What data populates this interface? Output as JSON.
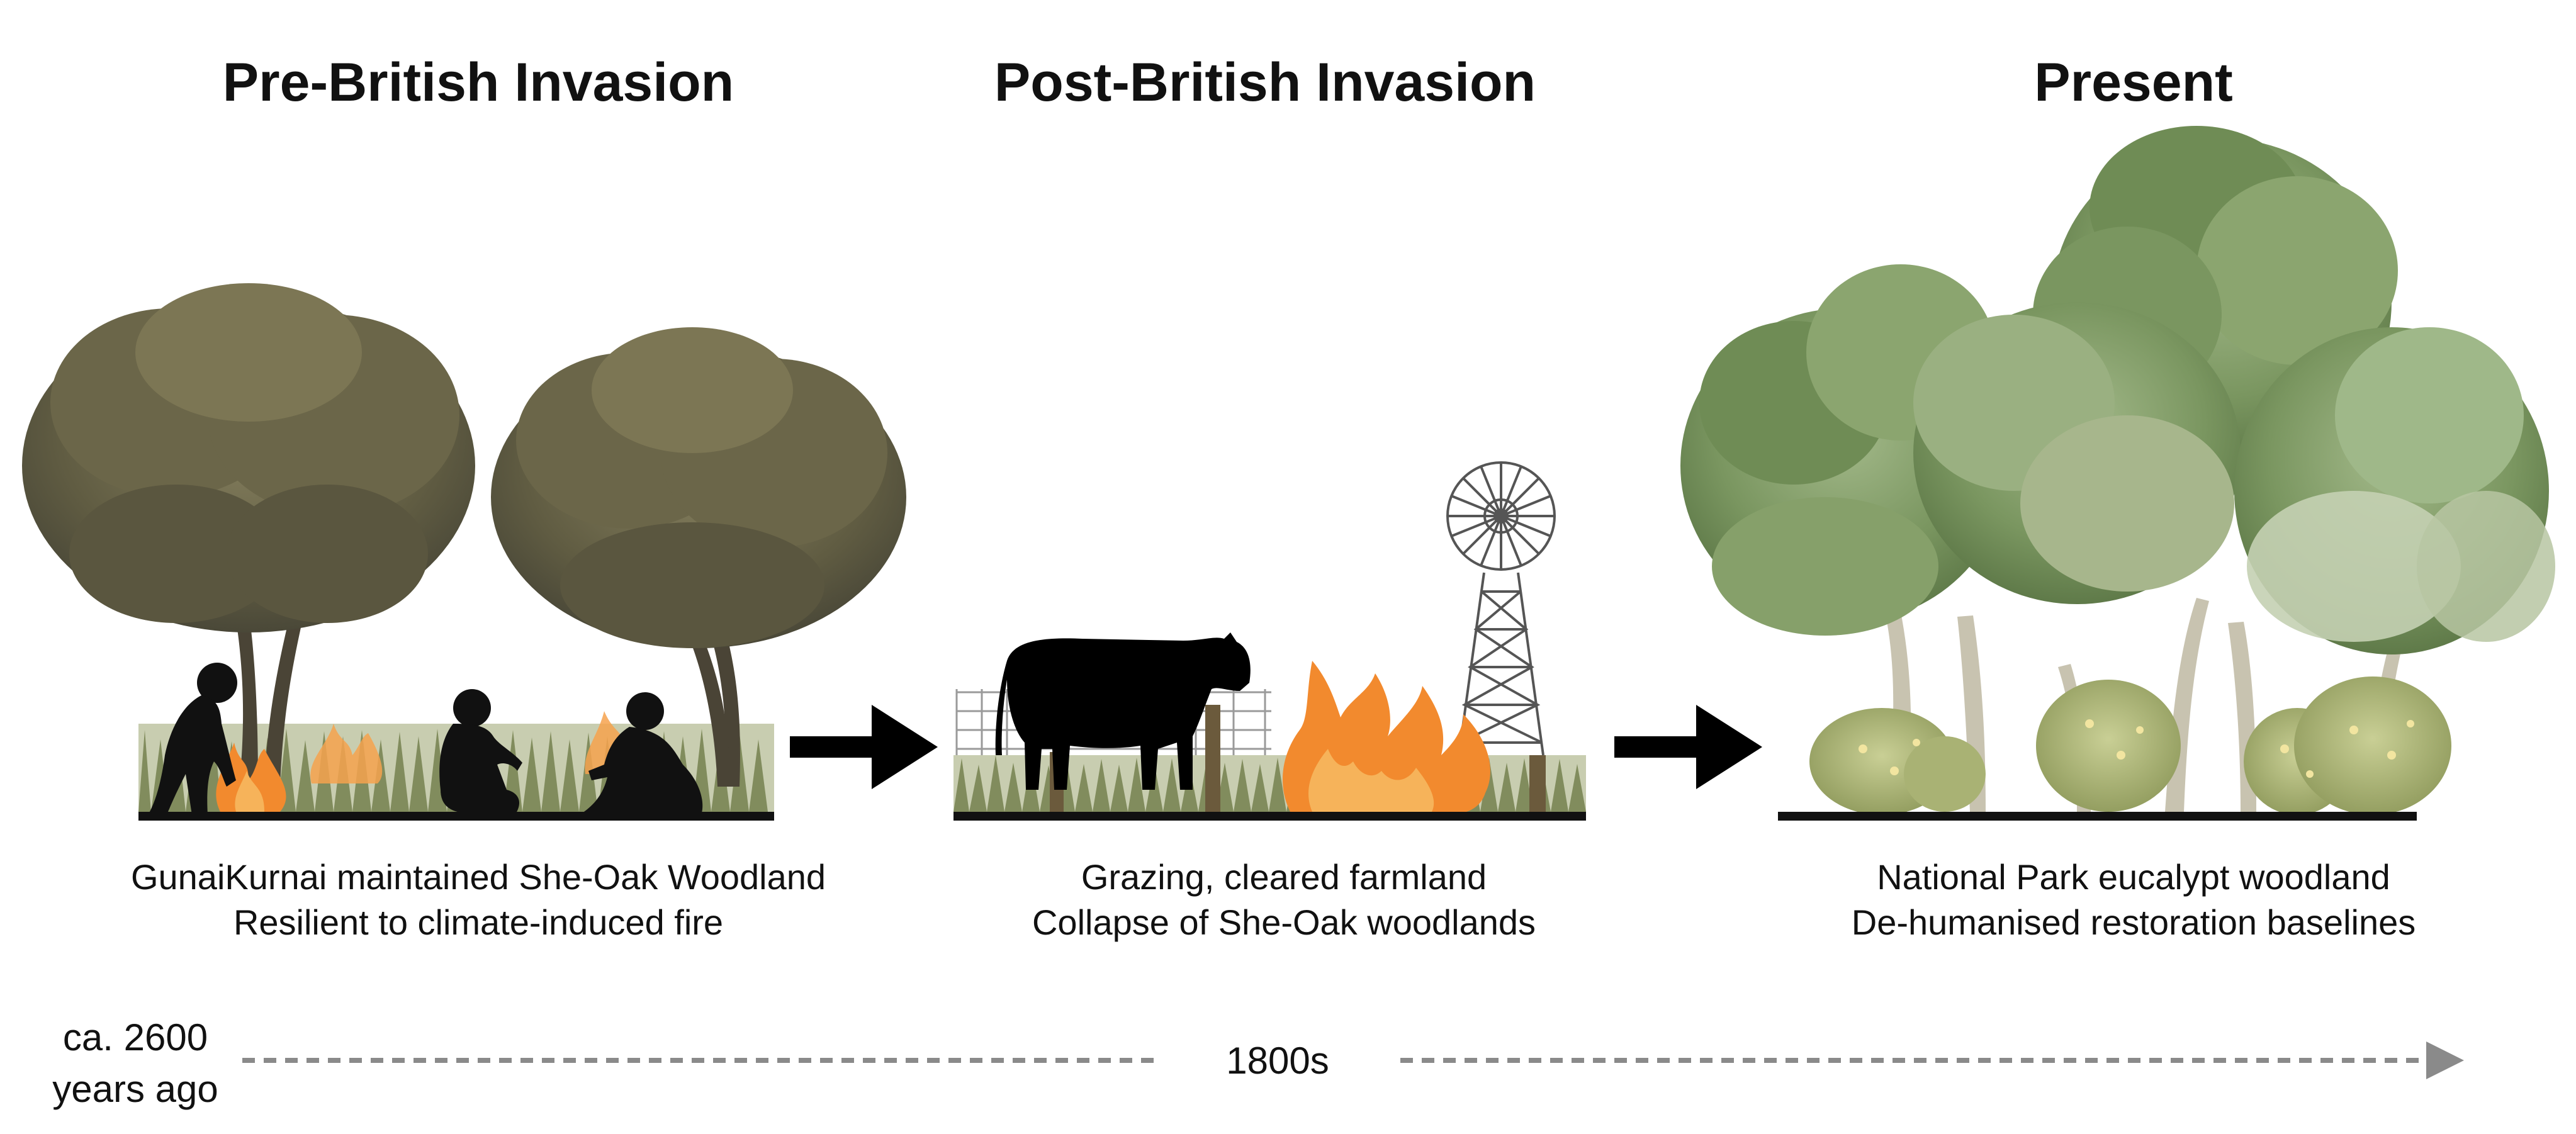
{
  "panels": [
    {
      "title": "Pre-British Invasion",
      "caption_line1": "GunaiKurnai maintained She-Oak Woodland",
      "caption_line2": "Resilient to climate-induced fire"
    },
    {
      "title": "Post-British Invasion",
      "caption_line1": "Grazing, cleared farmland",
      "caption_line2": "Collapse of She-Oak woodlands"
    },
    {
      "title": "Present",
      "caption_line1": "National Park eucalypt woodland",
      "caption_line2": "De-humanised restoration baselines"
    }
  ],
  "timeline": {
    "start_line1": "ca. 2600",
    "start_line2": "years ago",
    "middle": "1800s"
  },
  "colors": {
    "sheoak_canopy": "#6e6a4c",
    "eucalypt_canopy": "#7f9a63",
    "fire_outer": "#f28a2e",
    "fire_inner": "#f6b35a",
    "silhouette": "#111111",
    "grass": "#7f8c5a",
    "timeline": "#8a8a8a"
  }
}
